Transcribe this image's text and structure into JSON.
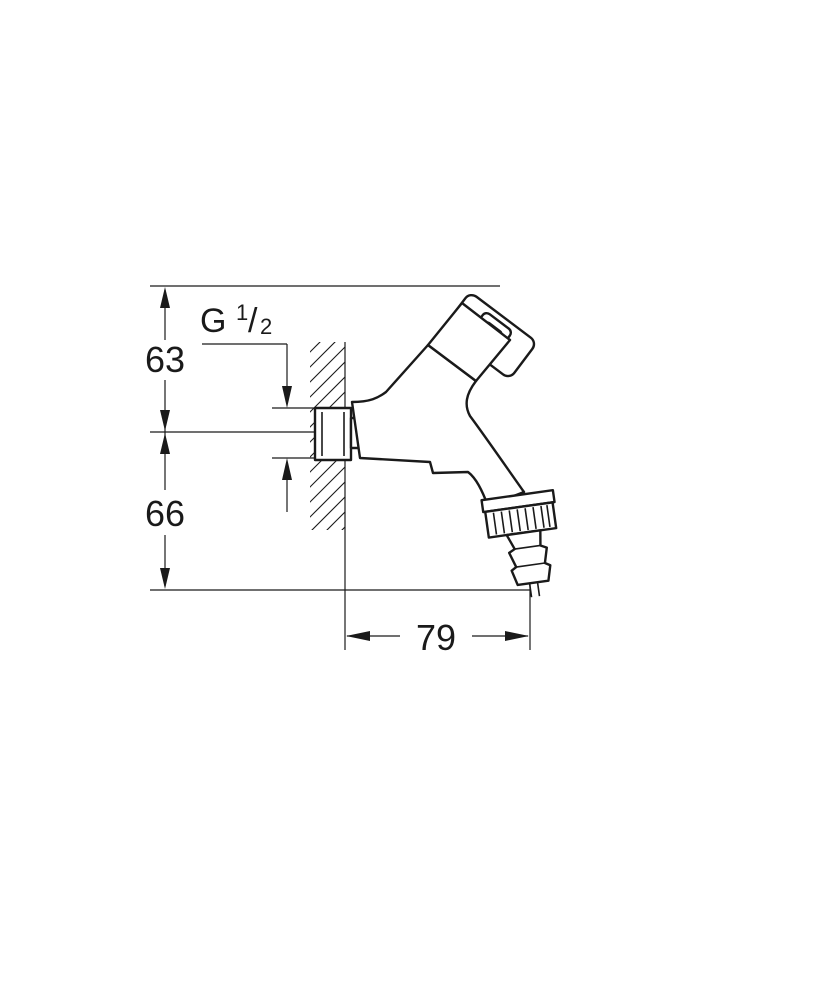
{
  "dimensions": {
    "height_upper": "63",
    "height_lower": "66",
    "projection": "79"
  },
  "thread": {
    "prefix": "G",
    "numerator": "1",
    "separator": "/",
    "denominator": "2"
  },
  "colors": {
    "line": "#1a1a1a",
    "background": "#ffffff"
  }
}
